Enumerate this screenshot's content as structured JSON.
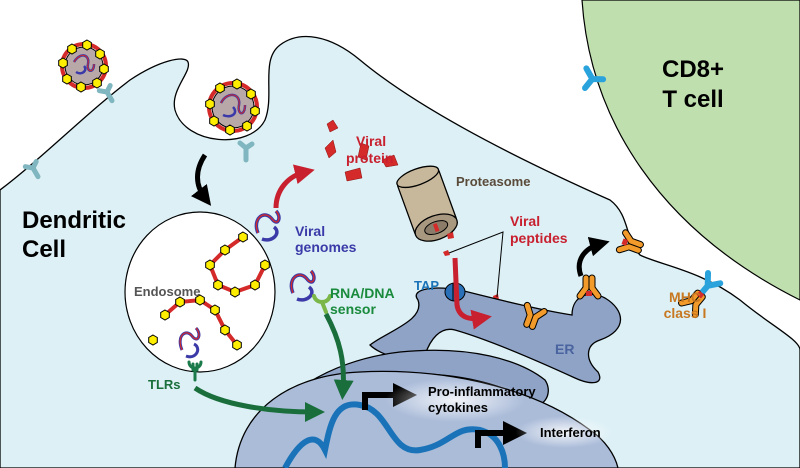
{
  "title": "Virus recognition and antigen presentation by a dendritic cell",
  "colors": {
    "cell_fill": "#dcf0f5",
    "tcell_fill": "#bfdfae",
    "organelle_fill": "#8fa3c7",
    "nucleus_fill": "#abbcd9",
    "dna": "#1a73b8",
    "viral_red": "#d42a2a",
    "capsid_yellow": "#ffee00",
    "genome_blue": "#3b3aa8",
    "green_arrow": "#1a6e3c",
    "mhc_orange": "#f29b2a",
    "tcr_blue": "#2aa3dc",
    "receptor_teal": "#7fb6bf",
    "proteasome": "#c7b89c"
  },
  "labels": {
    "dendritic_cell": [
      "Dendritic",
      "Cell"
    ],
    "cd8_tcell": [
      "CD8+",
      "T cell"
    ],
    "endosome": "Endosome",
    "viral_genomes": [
      "Viral",
      "genomes"
    ],
    "viral_protein": [
      "Viral",
      "protein"
    ],
    "proteasome": "Proteasome",
    "viral_peptides": [
      "Viral",
      "peptides"
    ],
    "rna_dna_sensor": [
      "RNA/DNA",
      "sensor"
    ],
    "tlrs": "TLRs",
    "tap": "TAP",
    "er": "ER",
    "mhc_class_i": [
      "MHC",
      "class I"
    ],
    "pro_inflammatory": [
      "Pro-inflammatory",
      "cytokines"
    ],
    "interferon": "Interferon"
  }
}
